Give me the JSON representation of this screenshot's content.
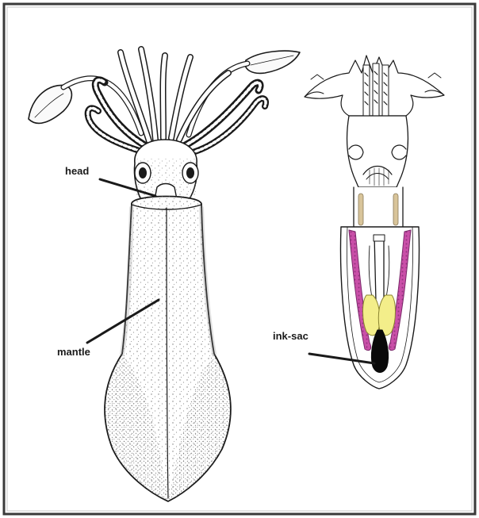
{
  "labels": {
    "head": "head",
    "mantle": "mantle",
    "ink_sac": "ink-sac"
  },
  "colors": {
    "background": "#ffffff",
    "frame_border": "#3a3a3a",
    "stroke": "#1a1a1a",
    "gills": "#c94fa8",
    "gills_dots": "#7a2a6a",
    "digestive_gland": "#f3ee8a",
    "gonad_bands": "#d8c49a",
    "ink_sac": "#0a0a0a"
  }
}
